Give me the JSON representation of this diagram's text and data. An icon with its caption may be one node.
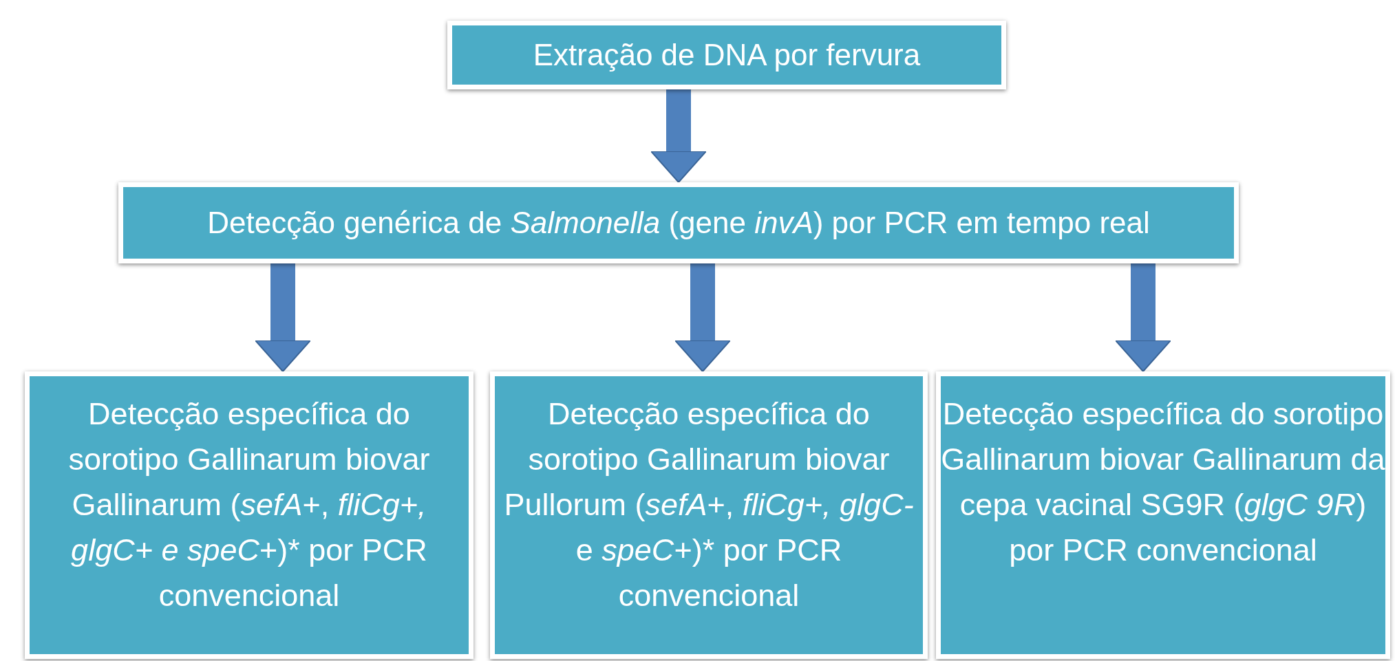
{
  "diagram": {
    "nodes": [
      {
        "text": [
          "Extração de DNA por fervura"
        ]
      },
      {
        "text": [
          "Detecção genérica de *Salmonella* (gene *invA*) por PCR em tempo real"
        ]
      },
      {
        "text": [
          "Detecção específica do sorotipo Gallinarum biovar Gallinarum (*sefA*+, *fliCg+, glgC+ e speC*+)* por PCR convencional"
        ]
      },
      {
        "text": [
          "Detecção específica do sorotipo Gallinarum biovar Pullorum (*sefA*+, *fliCg+, glgC-*  e *speC*+)* por PCR convencional"
        ]
      },
      {
        "text": [
          "Detecção específica do sorotipo Gallinarum biovar Gallinarum da cepa vacinal SG9R (*glgC 9R*) por PCR convencional"
        ]
      }
    ],
    "edges": [
      {
        "from": 0,
        "to": 1,
        "arrow": "to"
      },
      {
        "from": 1,
        "to": 2,
        "arrow": "to"
      },
      {
        "from": 1,
        "to": 3,
        "arrow": "to"
      },
      {
        "from": 1,
        "to": 4,
        "arrow": "to"
      }
    ]
  }
}
